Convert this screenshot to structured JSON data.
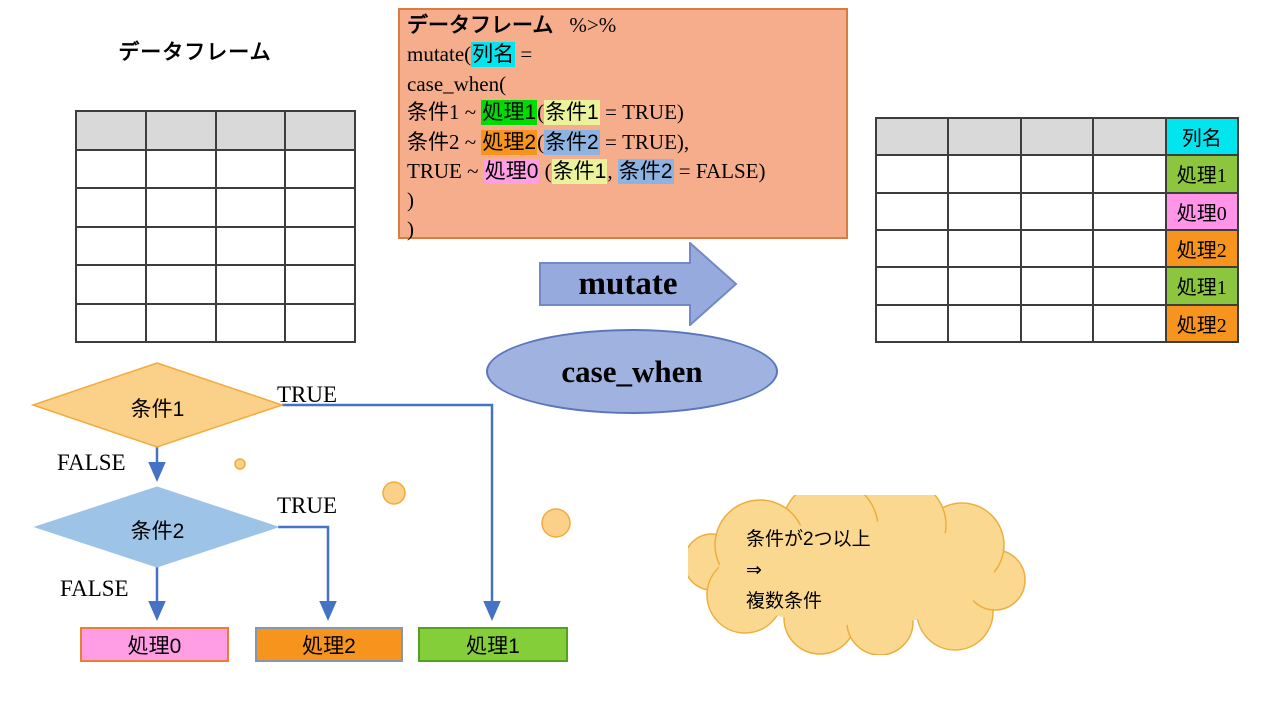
{
  "palette": {
    "code_box_bg": "#f5ad8c",
    "code_box_border": "#d97c43",
    "highlight_cyan": "#00e5ee",
    "highlight_green": "#00dc00",
    "highlight_yellow": "#eaf29b",
    "highlight_orange": "#f7941e",
    "highlight_blue": "#8db3e2",
    "highlight_pink": "#ff9ee4",
    "table_header_gray": "#d9d9d9",
    "cell_green": "#8cc63f",
    "cell_pink": "#ff94e8",
    "cell_orange": "#f7941e",
    "cell_cyan": "#00e5ee",
    "arrow_fill": "#97aadd",
    "arrow_border": "#7388c6",
    "ellipse_fill": "#9fb2e0",
    "ellipse_border": "#5a76bb",
    "diamond1_fill": "#fbd088",
    "diamond1_border": "#f2ab3d",
    "diamond2_fill": "#9dc3e6",
    "flow_line_blue": "#4472c4",
    "cloud_fill": "#fbd890",
    "cloud_border": "#edae3e"
  },
  "left_section": {
    "title": "データフレーム",
    "table": {
      "rows": 6,
      "cols": 4
    }
  },
  "code_box": {
    "l1_name": "データフレーム",
    "l1_pipe": "%>%",
    "l2_pre": "mutate(",
    "l2_col": "列名",
    "l2_post": " =",
    "l3": "case_when(",
    "l4_pre": "条件1 ~ ",
    "l4_proc": "処理1",
    "l4_open": "(",
    "l4_cond": "条件1",
    "l4_post": " = TRUE)",
    "l5_pre": "条件2 ~ ",
    "l5_proc": "処理2",
    "l5_open": "(",
    "l5_cond": "条件2",
    "l5_post": " = TRUE),",
    "l6_pre": "TRUE ~ ",
    "l6_proc": "処理0",
    "l6_open": " (",
    "l6_cond1": "条件1",
    "l6_comma": ", ",
    "l6_cond2": "条件2",
    "l6_post": " = FALSE)",
    "l7": ")",
    "l8": ")"
  },
  "mutate_arrow": {
    "label": "mutate"
  },
  "case_when_ellipse": {
    "label": "case_when"
  },
  "right_table": {
    "rows": 6,
    "cols": 5,
    "new_column": [
      {
        "label": "列名",
        "color": "cyan"
      },
      {
        "label": "処理1",
        "color": "green"
      },
      {
        "label": "処理0",
        "color": "pink"
      },
      {
        "label": "処理2",
        "color": "orange"
      },
      {
        "label": "処理1",
        "color": "green"
      },
      {
        "label": "処理2",
        "color": "orange"
      }
    ]
  },
  "flowchart": {
    "condition1": "条件1",
    "condition2": "条件2",
    "true1": "TRUE",
    "false1": "FALSE",
    "true2": "TRUE",
    "false2": "FALSE",
    "box_process0": "処理0",
    "box_process2": "処理2",
    "box_process1": "処理1"
  },
  "cloud": {
    "line1": "条件が2つ以上",
    "line2": "⇒",
    "line3": "複数条件"
  }
}
